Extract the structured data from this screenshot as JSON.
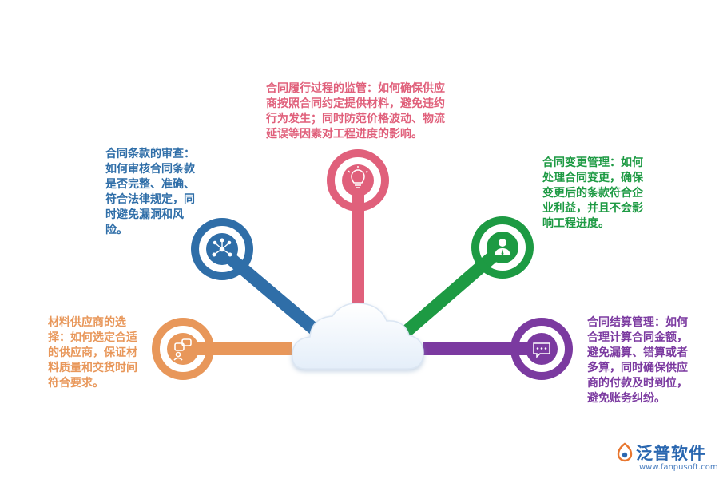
{
  "branches": {
    "material_supplier": {
      "text": "材料供应商的选择：如何选定合适的供应商，保证材料质量和交货时间符合要求。",
      "color": "#e8975a",
      "icon": "people-chat-icon"
    },
    "contract_terms_review": {
      "text": "合同条款的审查：如何审核合同条款是否完整、准确、符合法律规定，同时避免漏洞和风险。",
      "color": "#2f6ea8",
      "icon": "network-icon"
    },
    "performance_supervision": {
      "text": "合同履行过程的监管：如何确保供应商按照合同约定提供材料，避免违约行为发生；同时防范价格波动、物流延误等因素对工程进度的影响。",
      "color": "#e0607b",
      "icon": "lightbulb-icon"
    },
    "change_management": {
      "text": "合同变更管理：如何处理合同变更，确保变更后的条款符合企业利益，并且不会影响工程进度。",
      "color": "#1d9a43",
      "icon": "person-icon"
    },
    "settlement_management": {
      "text": "合同结算管理：如何合理计算合同金额，避免漏算、错算或者多算，同时确保供应商的付款及时到位，避免账务纠纷。",
      "color": "#7b3aa0",
      "icon": "chat-bubble-icon"
    }
  },
  "hub": {
    "icon": "cloud-icon"
  },
  "logo": {
    "name": "泛普软件",
    "url": "www.fanpusoft.com"
  }
}
